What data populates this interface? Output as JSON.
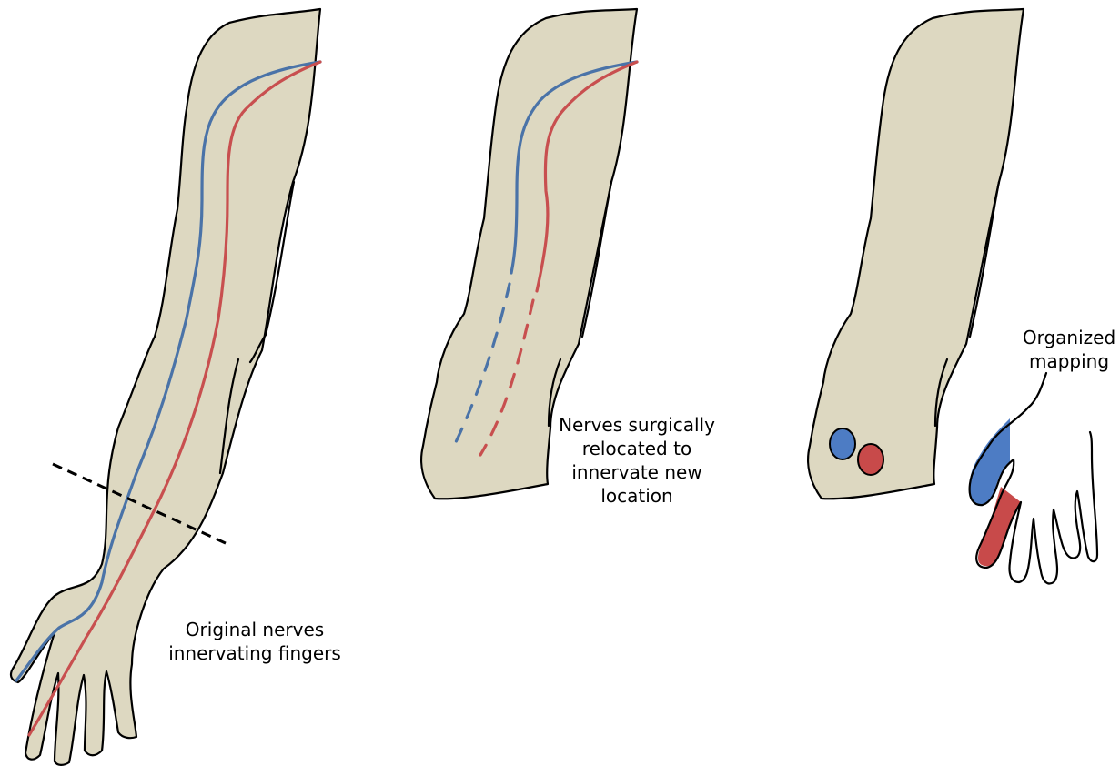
{
  "colors": {
    "skin": "#ddd8c1",
    "nerve_blue": "#4a73a8",
    "nerve_red": "#c84f4f",
    "site_blue": "#4d7cc4",
    "site_red": "#c84a4a",
    "outline": "#000000"
  },
  "panels": [
    {
      "id": "intact-arm",
      "caption_lines": [
        "Original nerves",
        "innervating fingers"
      ]
    },
    {
      "id": "residual-limb-surgery",
      "caption_lines": [
        "Nerves surgically",
        "relocated to",
        "innervate new",
        "location"
      ]
    },
    {
      "id": "residual-limb-mapping",
      "caption_lines": [
        "Organized",
        "mapping"
      ]
    }
  ]
}
